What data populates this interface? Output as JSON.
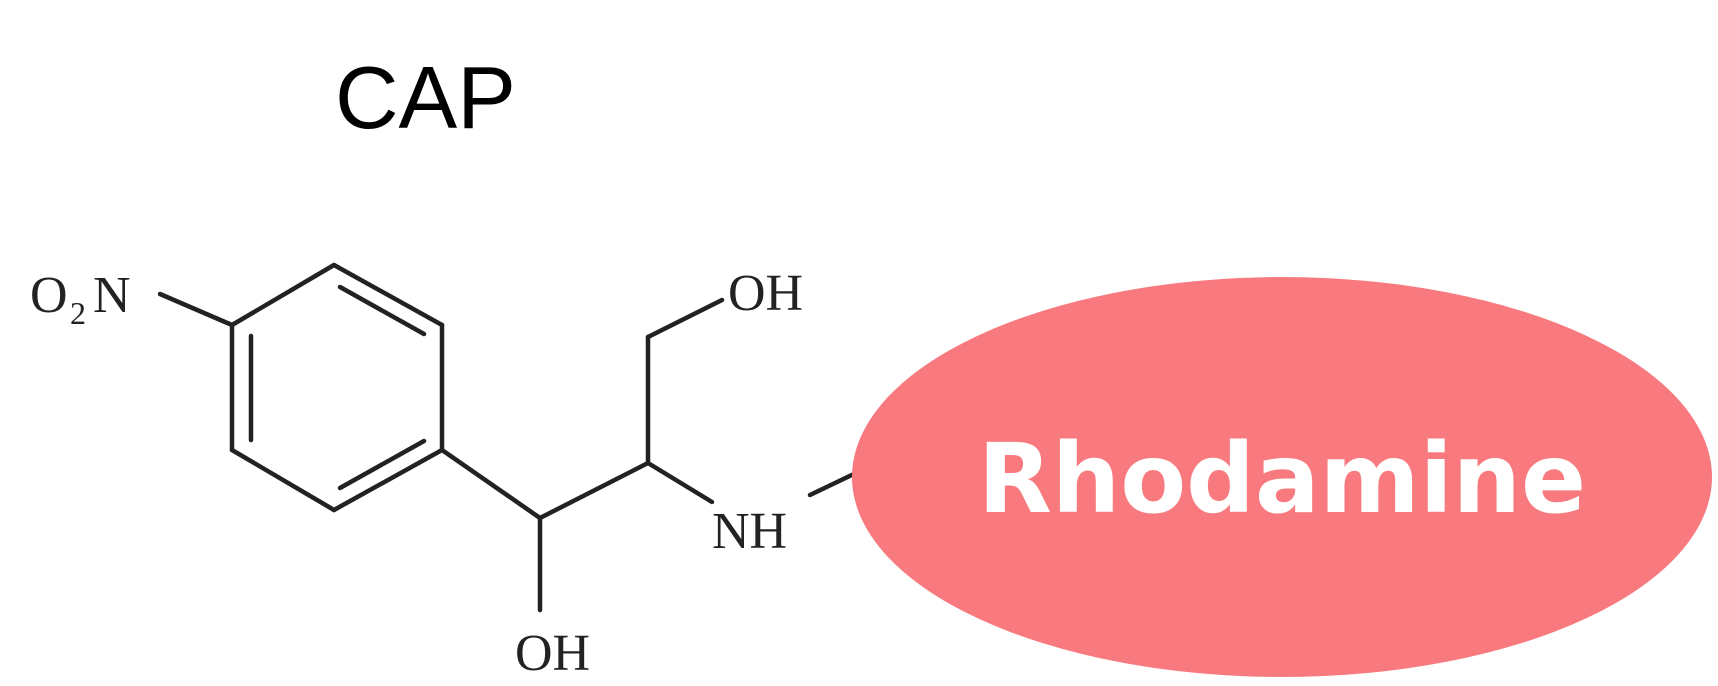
{
  "title": "CAP",
  "labels": {
    "nitro_main": "O",
    "nitro_sub": "2",
    "nitro_n": "N",
    "hydroxyl_top": "OH",
    "hydroxyl_bottom": "OH",
    "amine": "NH"
  },
  "tag": {
    "label": "Rhodamine",
    "color": "#f87a7f",
    "text_color": "#ffffff"
  }
}
